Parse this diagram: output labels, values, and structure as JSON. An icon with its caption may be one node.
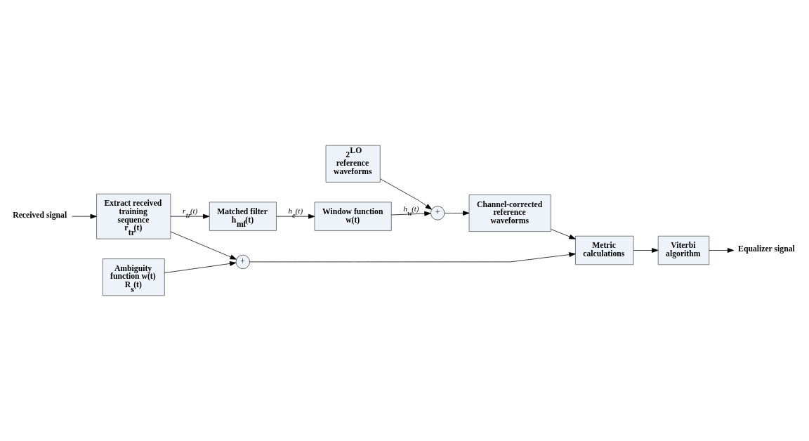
{
  "diagram": {
    "nodes": [
      {
        "text": [
          "Received signal"
        ]
      },
      {
        "text": [
          "Extract received training sequence r$_{tr}$(t)"
        ]
      },
      {
        "text": [
          "Matched filter h$_{mf}$(t)"
        ]
      },
      {
        "text": [
          "Window function w(t)"
        ]
      },
      {
        "text": [
          "+"
        ]
      },
      {
        "text": [
          "2$^{LO}$ reference waveforms"
        ]
      },
      {
        "text": [
          "Channel-corrected reference waveforms"
        ]
      },
      {
        "text": [
          "+"
        ]
      },
      {
        "text": [
          "Ambiguity function w(t) R$_{s}$(t)"
        ]
      },
      {
        "text": [
          "Metric calculations"
        ]
      },
      {
        "text": [
          "Viterbi algorithm"
        ]
      },
      {
        "text": [
          "Equalizer signal"
        ]
      }
    ],
    "edges": [
      {
        "from": 0,
        "to": 1,
        "arrow": "to"
      },
      {
        "from": 1,
        "to": 2,
        "arrow": "to",
        "label": "r$_{tr}$(t)"
      },
      {
        "from": 2,
        "to": 3,
        "arrow": "to",
        "label": "h$_{e}$(t)"
      },
      {
        "from": 3,
        "to": 4,
        "arrow": "to",
        "label": "h$_{w}$(t)"
      },
      {
        "from": 5,
        "to": 4,
        "arrow": "to"
      },
      {
        "from": 4,
        "to": 6,
        "arrow": "to"
      },
      {
        "from": 1,
        "to": 7,
        "arrow": "to"
      },
      {
        "from": 8,
        "to": 7,
        "arrow": "to"
      },
      {
        "from": 7,
        "to": 9,
        "arrow": "to"
      },
      {
        "from": 6,
        "to": 9,
        "arrow": "to"
      },
      {
        "from": 9,
        "to": 10,
        "arrow": "to"
      },
      {
        "from": 10,
        "to": 11,
        "arrow": "to"
      }
    ]
  }
}
